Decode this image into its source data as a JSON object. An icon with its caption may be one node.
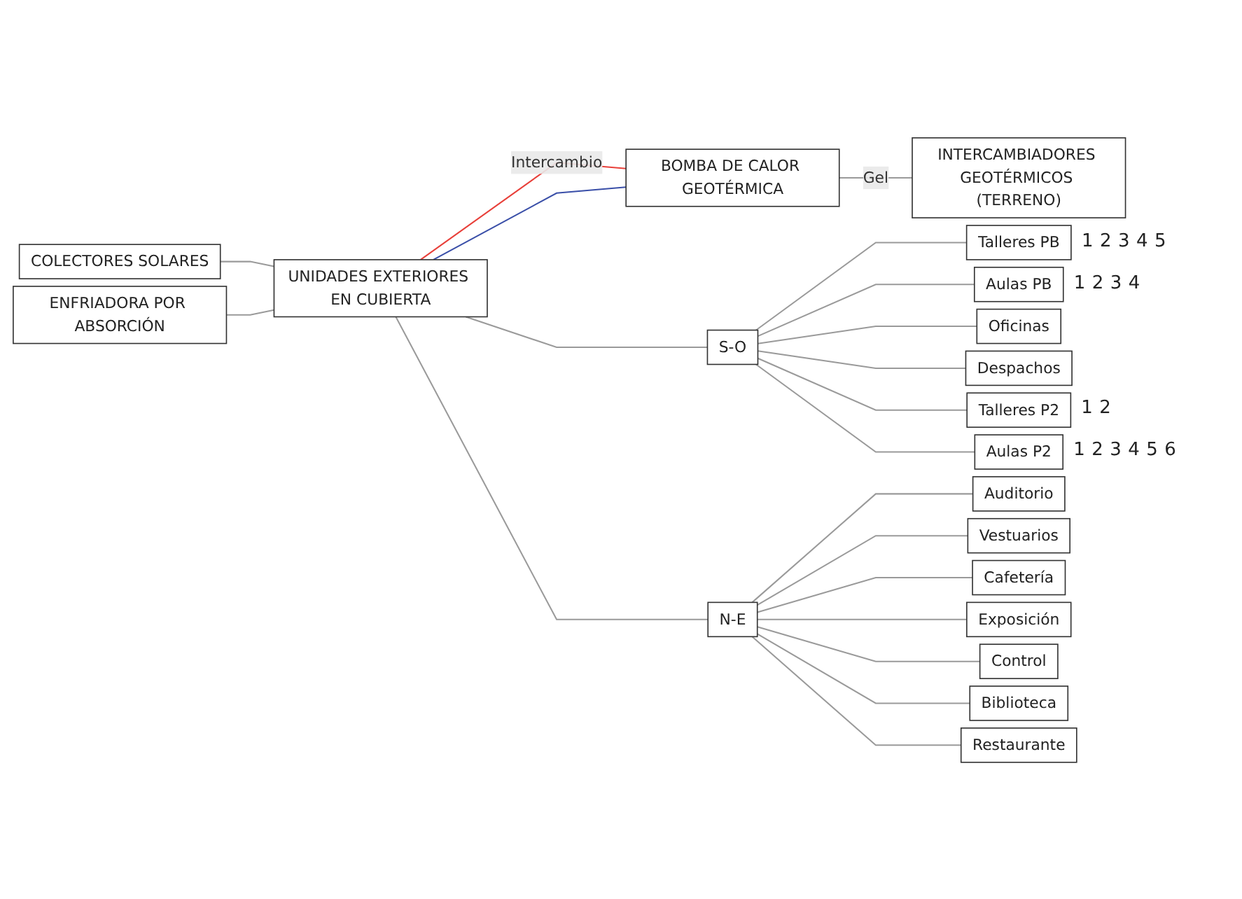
{
  "diagram": {
    "nodes": [
      {
        "text": [
          "COLECTORES SOLARES"
        ]
      },
      {
        "text": [
          "ENFRIADORA POR ABSORCIÓN"
        ]
      },
      {
        "text": [
          "UNIDADES EXTERIORES EN CUBIERTA"
        ]
      },
      {
        "text": [
          "BOMBA DE CALOR GEOTÉRMICA"
        ]
      },
      {
        "text": [
          "INTERCAMBIADORES GEOTÉRMICOS (TERRENO)"
        ]
      },
      {
        "text": [
          "S-O"
        ]
      },
      {
        "text": [
          "Talleres PB"
        ],
        "beside": [
          "1",
          "2",
          "3",
          "4",
          "5"
        ]
      },
      {
        "text": [
          "Aulas PB"
        ],
        "beside": [
          "1",
          "2",
          "3",
          "4"
        ]
      },
      {
        "text": [
          "Oficinas"
        ]
      },
      {
        "text": [
          "Despachos"
        ]
      },
      {
        "text": [
          "Talleres P2"
        ],
        "beside": [
          "1",
          "2"
        ]
      },
      {
        "text": [
          "Aulas P2"
        ],
        "beside": [
          "1",
          "2",
          "3",
          "4",
          "5",
          "6"
        ]
      },
      {
        "text": [
          "N-E"
        ]
      },
      {
        "text": [
          "Auditorio"
        ]
      },
      {
        "text": [
          "Vestuarios"
        ]
      },
      {
        "text": [
          "Cafetería"
        ]
      },
      {
        "text": [
          "Exposición"
        ]
      },
      {
        "text": [
          "Control"
        ]
      },
      {
        "text": [
          "Biblioteca"
        ]
      },
      {
        "text": [
          "Restaurante"
        ]
      }
    ],
    "edges": [
      {
        "from": 0,
        "to": 2,
        "arrow": "none"
      },
      {
        "from": 1,
        "to": 2,
        "arrow": "none"
      },
      {
        "from": 2,
        "to": 3,
        "arrow": "none",
        "label": "Intercambio",
        "color": "#e8403a"
      },
      {
        "from": 2,
        "to": 3,
        "arrow": "none",
        "color": "#3a4fa8"
      },
      {
        "from": 3,
        "to": 4,
        "arrow": "none",
        "label": "Gel"
      },
      {
        "from": 2,
        "to": 5,
        "arrow": "none"
      },
      {
        "from": 2,
        "to": 12,
        "arrow": "none"
      },
      {
        "from": 5,
        "to": 6,
        "arrow": "none"
      },
      {
        "from": 5,
        "to": 7,
        "arrow": "none"
      },
      {
        "from": 5,
        "to": 8,
        "arrow": "none"
      },
      {
        "from": 5,
        "to": 9,
        "arrow": "none"
      },
      {
        "from": 5,
        "to": 10,
        "arrow": "none"
      },
      {
        "from": 5,
        "to": 11,
        "arrow": "none"
      },
      {
        "from": 12,
        "to": 13,
        "arrow": "none"
      },
      {
        "from": 12,
        "to": 14,
        "arrow": "none"
      },
      {
        "from": 12,
        "to": 15,
        "arrow": "none"
      },
      {
        "from": 12,
        "to": 16,
        "arrow": "none"
      },
      {
        "from": 12,
        "to": 17,
        "arrow": "none"
      },
      {
        "from": 12,
        "to": 18,
        "arrow": "none"
      },
      {
        "from": 12,
        "to": 19,
        "arrow": "none"
      }
    ]
  }
}
